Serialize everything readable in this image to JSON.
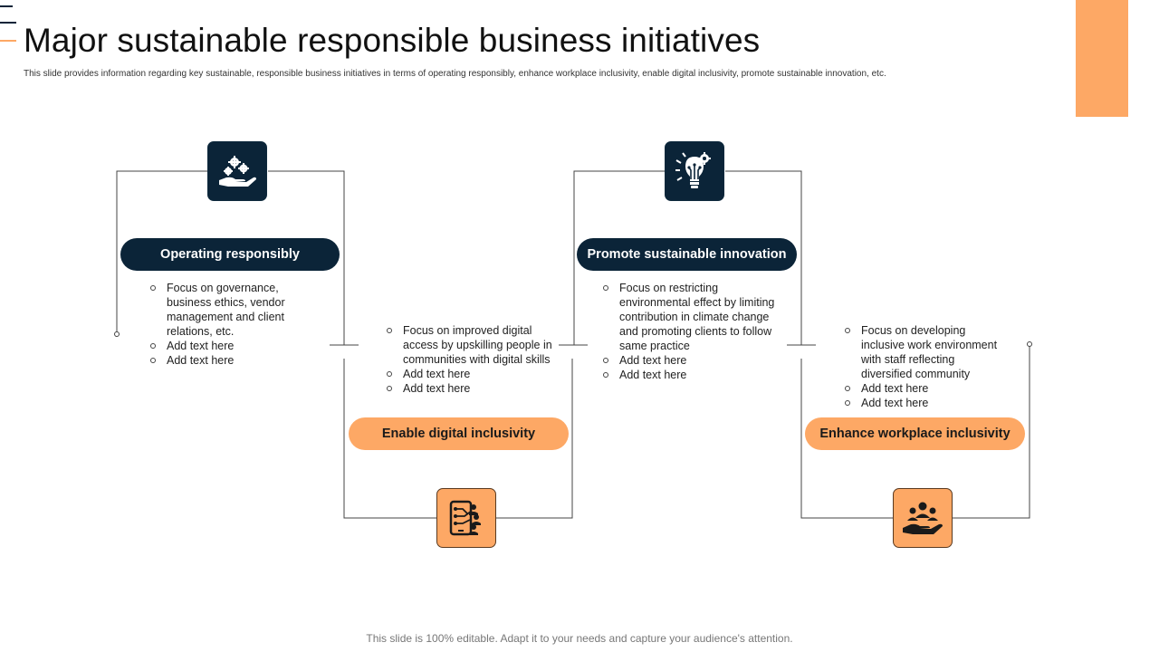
{
  "slide": {
    "title": "Major sustainable responsible business initiatives",
    "subtitle": "This slide provides information regarding key sustainable, responsible business initiatives in terms of operating responsibly, enhance workplace inclusivity, enable digital inclusivity, promote sustainable innovation, etc.",
    "footer": "This slide is 100% editable. Adapt it to your needs and capture your audience's attention."
  },
  "colors": {
    "navy": "#0b2438",
    "orange": "#fda865",
    "line": "#444444"
  },
  "initiatives": [
    {
      "label": "Operating responsibly",
      "icon": "gears-on-hand-icon",
      "theme": "navy",
      "bullets": [
        "Focus on governance, business ethics, vendor management and client relations, etc.",
        "Add text here",
        "Add text here"
      ]
    },
    {
      "label": "Enable digital inclusivity",
      "icon": "digital-network-people-icon",
      "theme": "orange",
      "bullets": [
        "Focus on improved digital access by upskilling people in communities with digital skills",
        "Add text here",
        "Add text here"
      ]
    },
    {
      "label": "Promote sustainable  innovation",
      "icon": "lightbulb-gear-icon",
      "theme": "navy",
      "bullets": [
        "Focus on restricting environmental  effect by limiting contribution in climate change and promoting clients to follow same practice",
        "Add text here",
        "Add text here"
      ]
    },
    {
      "label": "Enhance workplace inclusivity",
      "icon": "people-on-hand-icon",
      "theme": "orange",
      "bullets": [
        "Focus on developing inclusive work environment with staff reflecting diversified  community",
        "Add text here",
        "Add text here"
      ]
    }
  ]
}
